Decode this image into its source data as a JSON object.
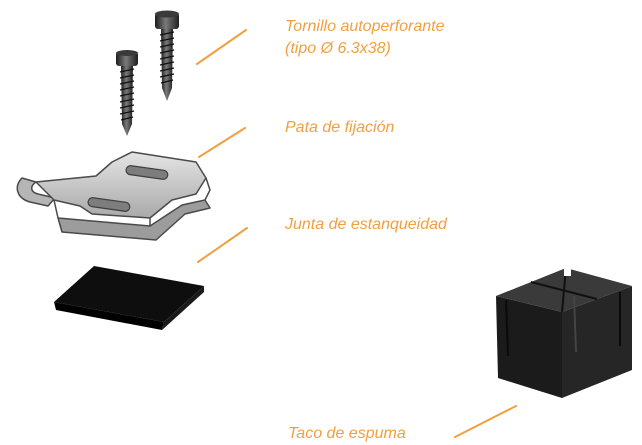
{
  "colors": {
    "label_text": "#f0a040",
    "leader_line": "#f0a040",
    "screw_dark": "#2b2b2b",
    "screw_light": "#8a8a8a",
    "bracket_fill": "#c2c2c2",
    "bracket_edge": "#4a4a4a",
    "gasket_fill": "#0d0d0d",
    "foam_dark": "#1c1c1c",
    "foam_mid": "#2e2e2e"
  },
  "labels": {
    "screw_line1": "Tornillo autoperforante",
    "screw_line2": "(tipo Ø 6.3x38)",
    "bracket": "Pata de fijación",
    "gasket": "Junta de estanqueidad",
    "foam_plug": "Taco de espuma"
  },
  "icons": {
    "screws": "self-drilling-screw-pair-illustration",
    "bracket": "fixing-bracket-illustration",
    "gasket": "sealing-gasket-illustration",
    "foam_plug": "foam-plug-illustration"
  }
}
